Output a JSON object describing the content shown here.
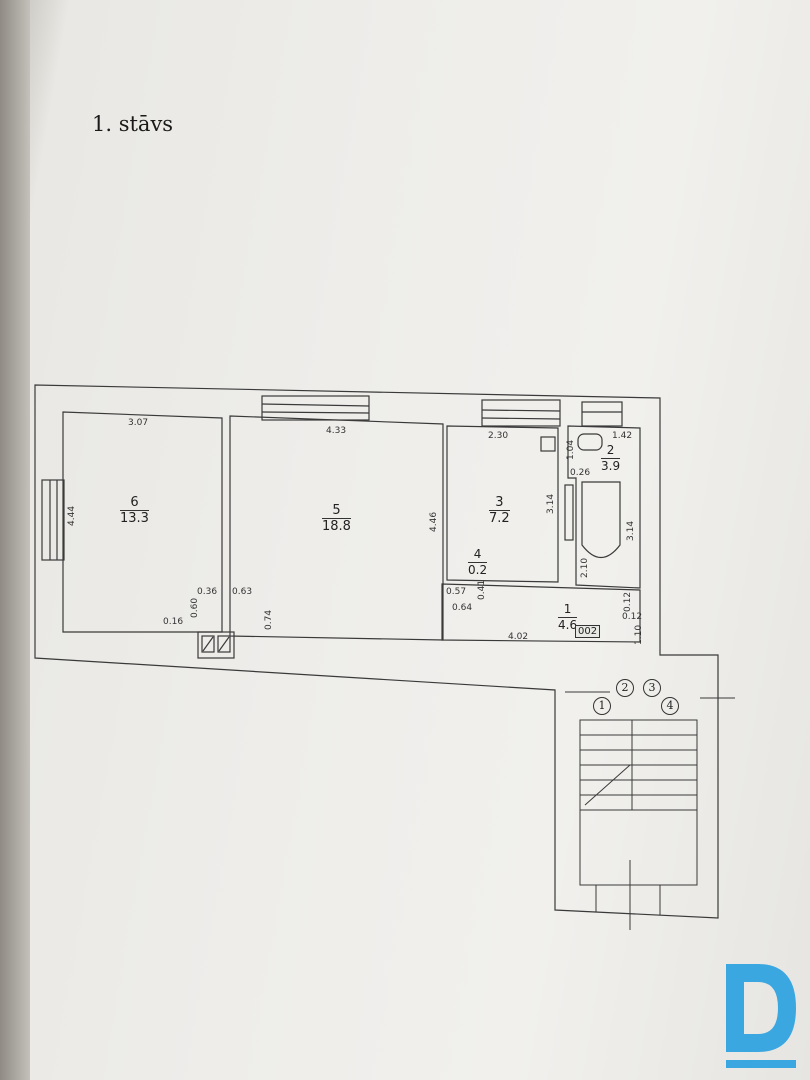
{
  "title": "1. stāvs",
  "rooms": [
    {
      "number": "6",
      "area": "13.3"
    },
    {
      "number": "5",
      "area": "18.8"
    },
    {
      "number": "3",
      "area": "7.2"
    },
    {
      "number": "4",
      "area": "0.2"
    },
    {
      "number": "2",
      "area": "3.9"
    },
    {
      "number": "1",
      "area": "4.6"
    }
  ],
  "dimensions": [
    "3.07",
    "4.44",
    "4.33",
    "4.46",
    "0.36",
    "0.63",
    "0.60",
    "0.16",
    "0.74",
    "2.30",
    "3.14",
    "1.04",
    "1.42",
    "0.26",
    "3.14",
    "2.10",
    "0.57",
    "0.41",
    "0.64",
    "4.02",
    "0.12",
    "0.12",
    "1.10"
  ],
  "apartment_tag": "002",
  "axis_markers": [
    "1",
    "2",
    "3",
    "4"
  ],
  "logo": {
    "letter": "D",
    "color": "#3aa7e0"
  }
}
